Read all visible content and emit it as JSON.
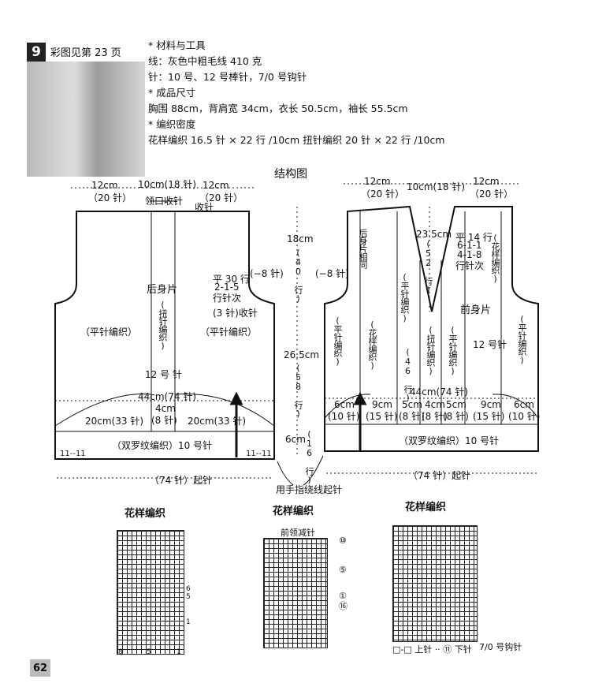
{
  "header": {
    "pattern_number": "9",
    "photo_ref": "彩图见第 23 页",
    "materials_title": "* 材料与工具",
    "yarn": "线：灰色中粗毛线 410 克",
    "needles": "针：10 号、12 号棒针，7/0 号钩针",
    "size_title": "* 成品尺寸",
    "size": "胸围 88cm，背肩宽 34cm，衣长 50.5cm，袖长 55.5cm",
    "gauge_title": "* 编织密度",
    "gauge": "花样编织 16.5 针 × 22 行 /10cm    扭针编织 20 针 × 22 行 /10cm"
  },
  "diagram": {
    "title": "结构图",
    "back": {
      "top_left": "12cm",
      "top_left_st": "（20 针）",
      "top_mid": "10cm(18 针)",
      "top_right": "12cm",
      "top_right_st": "（20 针）",
      "neck_dec": "领口收针",
      "shoulder_dec": "收针",
      "name": "后身片",
      "center_pattern": "(扭针编织)",
      "left_pattern": "（平针编织）",
      "right_pattern": "（平针编织）",
      "armhole_rows": "平 30 行",
      "armhole_rule": "2-1-5",
      "armhole_rule2": "行针次",
      "armhole_bind": "(3 针)收针",
      "armhole_dec": "(−8 针)",
      "needle": "12 号 针",
      "chest": "44cm(74 针)",
      "side_width": "20cm(33 针)",
      "center_width": "4cm",
      "center_st": "(8 针)",
      "side_width2": "20cm(33 针)",
      "rib": "（双罗纹编织）10 号针",
      "rib_mark": "11--11",
      "cast_on": "（74 针）起针"
    },
    "mid": {
      "h1": "18cm",
      "h1_rows": "(40 行)",
      "h2": "26.5cm",
      "h2_rows": "(58 行)",
      "h3": "6cm",
      "h3_rows": "(16 行)"
    },
    "front": {
      "top_left": "12cm",
      "top_left_st": "（20 针）",
      "top_mid": "10cm(18 针)",
      "top_right": "12cm",
      "top_right_st": "（20 针）",
      "same_as_back": "后身片相同",
      "v_depth": "23.5cm",
      "v_rows": "(52 行)",
      "neck_rows": "平 14 行",
      "neck_rule1": "6-1-1",
      "neck_rule2": "4-1-8",
      "neck_rule3": "行针次",
      "right_pattern_top": "(花样编织)",
      "armhole_dec": "(−8 针)",
      "name": "前身片",
      "needle": "12 号针",
      "strip1": "(平针编织)",
      "strip2": "(花样编织)",
      "strip3": "(平针编织)",
      "strip4": "(46 行)",
      "strip5": "(扭针编织)",
      "strip6": "(平针编织)",
      "strip7": "(平针编织)",
      "chest": "44cm(74 针)",
      "w1": "6cm",
      "w1s": "(10 针)",
      "w2": "9cm",
      "w2s": "(15 针)",
      "w3": "5cm",
      "w3s": "(8 针)",
      "w4": "4cm",
      "w4s": "(8 针)",
      "w5": "5cm",
      "w5s": "(8 针)",
      "w6": "9cm",
      "w6s": "(15 针)",
      "w7": "6cm",
      "w7s": "(10 针)",
      "rib": "（双罗纹编织）10 号针",
      "cast_on": "（74 针）起针",
      "finger_cast": "用手指绕线起针"
    }
  },
  "charts": {
    "left": {
      "title": "花样编织",
      "markers": [
        "6",
        "5",
        "1"
      ],
      "bottom": [
        "8",
        "5",
        "1"
      ]
    },
    "mid": {
      "title": "花样编织",
      "subtitle": "前领减针",
      "markers": [
        "⑩",
        "⑤",
        "①",
        "⑯"
      ]
    },
    "right": {
      "title": "花样编织",
      "legend": "□-□ 上针 ·· ⑪ 下针",
      "hook": "7/0 号钩针"
    }
  },
  "footer": {
    "page_number": "62"
  }
}
